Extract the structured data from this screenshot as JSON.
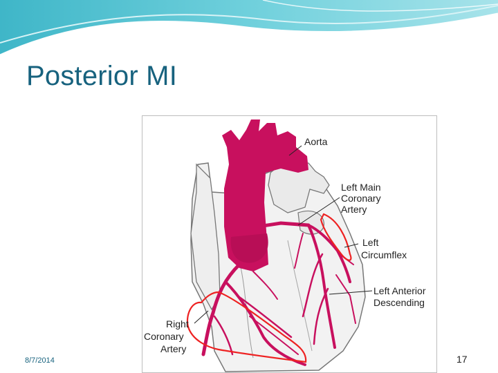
{
  "slide": {
    "title": "Posterior MI",
    "date": "8/7/2014",
    "page_number": "17"
  },
  "diagram": {
    "labels": {
      "aorta": "Aorta",
      "left_main_1": "Left Main",
      "left_main_2": "Coronary",
      "left_main_3": "Artery",
      "left_circ_1": "Left",
      "left_circ_2": "Circumflex",
      "lad_1": "Left Anterior",
      "lad_2": "Descending",
      "rca_1": "Right",
      "rca_2": "Coronary",
      "rca_3": "Artery"
    },
    "colors": {
      "artery": "#c8105e",
      "highlight": "#ee2222",
      "heart_outline": "#777777",
      "heart_fill": "#f2f2f2"
    }
  }
}
